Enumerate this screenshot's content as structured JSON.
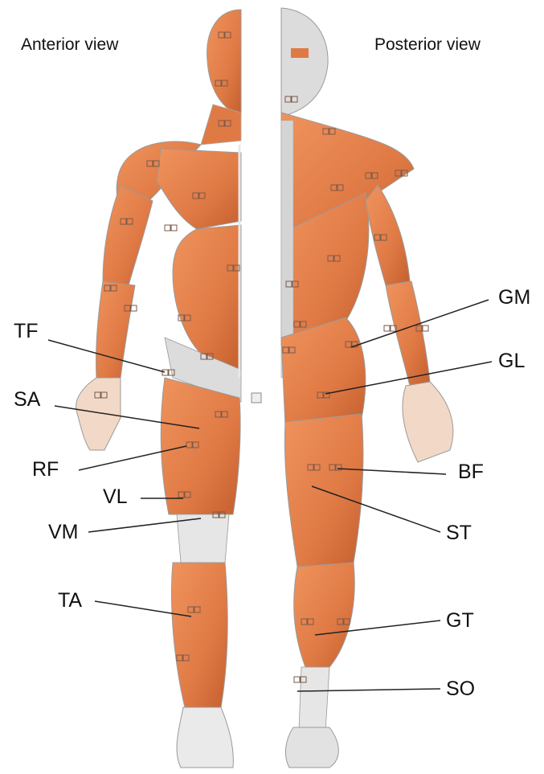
{
  "views": {
    "anterior": "Anterior view",
    "posterior": "Posterior view"
  },
  "muscles": {
    "TF": "TF",
    "SA": "SA",
    "RF": "RF",
    "VL": "VL",
    "VM": "VM",
    "TA": "TA",
    "GM": "GM",
    "GL": "GL",
    "BF": "BF",
    "ST": "ST",
    "GT": "GT",
    "SO": "SO"
  },
  "colors": {
    "muscle": "#e07a45",
    "muscle_dark": "#b8552a",
    "tendon": "#d9d9d9",
    "skin_outline": "#9a9a9a",
    "background": "#ffffff"
  }
}
